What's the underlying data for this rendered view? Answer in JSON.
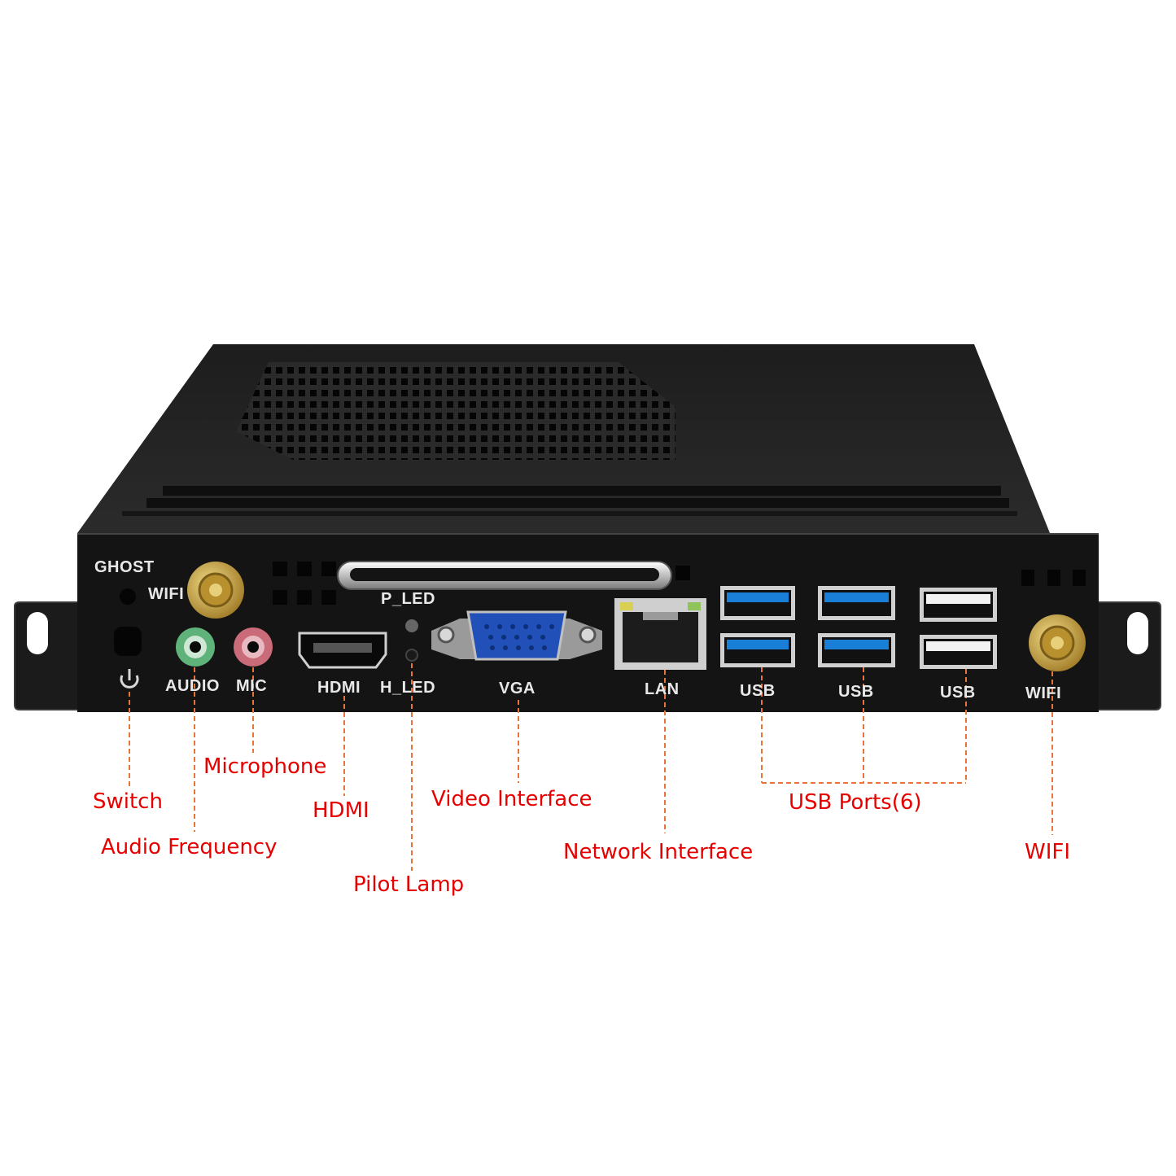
{
  "panel_labels": {
    "ghost": "GHOST",
    "wifi_top": "WIFI",
    "p_led": "P_LED",
    "audio": "AUDIO",
    "mic": "MIC",
    "hdmi": "HDMI",
    "h_led": "H_LED",
    "vga": "VGA",
    "lan": "LAN",
    "usb1": "USB",
    "usb2": "USB",
    "usb3": "USB",
    "wifi_right": "WIFI"
  },
  "callouts": {
    "switch": "Switch",
    "audio_frequency": "Audio Frequency",
    "microphone": "Microphone",
    "hdmi": "HDMI",
    "pilot_lamp": "Pilot Lamp",
    "video_interface": "Video Interface",
    "network_interface": "Network Interface",
    "usb_ports": "USB Ports(6)",
    "wifi": "WIFI"
  },
  "colors": {
    "callout_text": "#e60000",
    "leader_line": "#e8743b",
    "chassis": "#1a1a1a",
    "usb3_blue": "#1a7fd6",
    "vga_blue": "#2050b8",
    "audio_green": "#5fb37a",
    "mic_pink": "#c96b78",
    "antenna_gold": "#c9a13a"
  }
}
